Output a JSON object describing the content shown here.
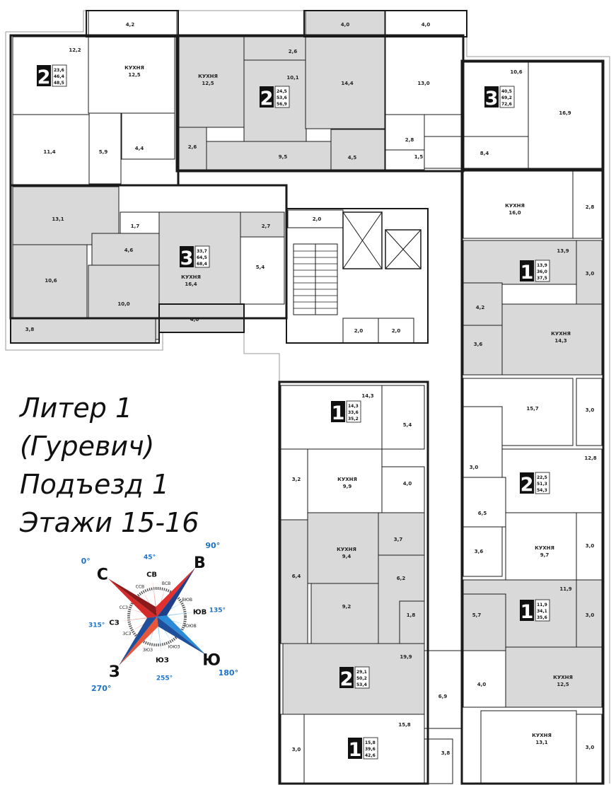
{
  "caption": {
    "line1": "Литер 1",
    "line2": "(Гуревич)",
    "line3": "Подъезд 1",
    "line4": "Этажи 15-16"
  },
  "colors": {
    "living_gray": "#d9d9d9",
    "wall": "#1a1a1a",
    "compass_red": "#d42a2a",
    "compass_blue": "#1f6fc9",
    "degree_blue": "#1e73c8"
  },
  "rooms": [
    {
      "area": "12,2"
    },
    {
      "area": "4,2"
    },
    {
      "name": "КУХНЯ",
      "area": "12,5"
    },
    {
      "area": "11,4"
    },
    {
      "area": "5,9"
    },
    {
      "area": "4,4"
    },
    {
      "name": "КУХНЯ",
      "area": "12,5"
    },
    {
      "area": "2,6"
    },
    {
      "area": "10,1"
    },
    {
      "area": "2,6"
    },
    {
      "area": "9,5"
    },
    {
      "area": "4,0"
    },
    {
      "area": "14,4"
    },
    {
      "area": "4,5"
    },
    {
      "area": "4,0"
    },
    {
      "area": "13,0"
    },
    {
      "area": "2,8"
    },
    {
      "area": "1,5"
    },
    {
      "area": "10,6"
    },
    {
      "area": "16,9"
    },
    {
      "area": "8,4"
    },
    {
      "name": "КУХНЯ",
      "area": "16,0"
    },
    {
      "area": "2,8"
    },
    {
      "area": "13,9"
    },
    {
      "area": "3,0"
    },
    {
      "area": "4,2"
    },
    {
      "area": "3,6"
    },
    {
      "name": "КУХНЯ",
      "area": "14,3"
    },
    {
      "area": "15,7"
    },
    {
      "area": "3,0"
    },
    {
      "area": "3,0"
    },
    {
      "area": "12,8"
    },
    {
      "area": "6,5"
    },
    {
      "area": "3,6"
    },
    {
      "name": "КУХНЯ",
      "area": "9,7"
    },
    {
      "area": "3,0"
    },
    {
      "area": "11,9"
    },
    {
      "area": "3,0"
    },
    {
      "area": "5,7"
    },
    {
      "area": "4,0"
    },
    {
      "name": "КУХНЯ",
      "area": "12,5"
    },
    {
      "name": "КУХНЯ",
      "area": "13,1"
    },
    {
      "area": "3,0"
    },
    {
      "area": "3,8"
    },
    {
      "area": "2,0"
    },
    {
      "area": "2,0"
    },
    {
      "area": "2,0"
    },
    {
      "area": "14,3"
    },
    {
      "area": "5,4"
    },
    {
      "area": "3,2"
    },
    {
      "name": "КУХНЯ",
      "area": "9,9"
    },
    {
      "area": "4,0"
    },
    {
      "name": "КУХНЯ",
      "area": "9,4"
    },
    {
      "area": "3,7"
    },
    {
      "area": "6,4"
    },
    {
      "area": "6,2"
    },
    {
      "area": "9,2"
    },
    {
      "area": "1,8"
    },
    {
      "area": "19,9"
    },
    {
      "area": "6,9"
    },
    {
      "area": "15,8"
    },
    {
      "area": "3,0"
    },
    {
      "area": "13,1"
    },
    {
      "area": "1,7"
    },
    {
      "area": "2,7"
    },
    {
      "area": "4,6"
    },
    {
      "area": "10,6"
    },
    {
      "area": "10,0"
    },
    {
      "name": "КУХНЯ",
      "area": "16,4"
    },
    {
      "area": "5,4"
    },
    {
      "area": "4,0"
    },
    {
      "area": "3,8"
    }
  ],
  "apartments": [
    {
      "rooms": "2",
      "areas": [
        "23,6",
        "46,4",
        "48,5"
      ]
    },
    {
      "rooms": "2",
      "areas": [
        "24,5",
        "53,6",
        "56,9"
      ]
    },
    {
      "rooms": "3",
      "areas": [
        "40,5",
        "69,2",
        "72,6"
      ]
    },
    {
      "rooms": "3",
      "areas": [
        "33,7",
        "64,5",
        "68,4"
      ]
    },
    {
      "rooms": "1",
      "areas": [
        "13,9",
        "36,0",
        "37,5"
      ]
    },
    {
      "rooms": "1",
      "areas": [
        "14,3",
        "33,6",
        "35,2"
      ]
    },
    {
      "rooms": "2",
      "areas": [
        "22,5",
        "51,3",
        "54,3"
      ]
    },
    {
      "rooms": "1",
      "areas": [
        "11,9",
        "34,1",
        "35,6"
      ]
    },
    {
      "rooms": "2",
      "areas": [
        "29,1",
        "50,2",
        "53,4"
      ]
    },
    {
      "rooms": "1",
      "areas": [
        "15,8",
        "39,6",
        "42,6"
      ]
    }
  ],
  "compass": {
    "main": [
      {
        "letter": "С",
        "deg": "0°"
      },
      {
        "letter": "В",
        "deg": "90°"
      },
      {
        "letter": "Ю",
        "deg": "180°"
      },
      {
        "letter": "З",
        "deg": "270°"
      }
    ],
    "inter": [
      {
        "letter": "СВ",
        "deg": "45°"
      },
      {
        "letter": "ЮВ",
        "deg": "135°"
      },
      {
        "letter": "ЮЗ",
        "deg": "255°"
      },
      {
        "letter": "СЗ",
        "deg": "315°"
      }
    ],
    "minor": [
      "ССВ",
      "ВСВ",
      "ВЮВ",
      "ЮЮВ",
      "ЮЮЗ",
      "ЗЮЗ",
      "ЗСЗ",
      "ССЗ"
    ]
  }
}
